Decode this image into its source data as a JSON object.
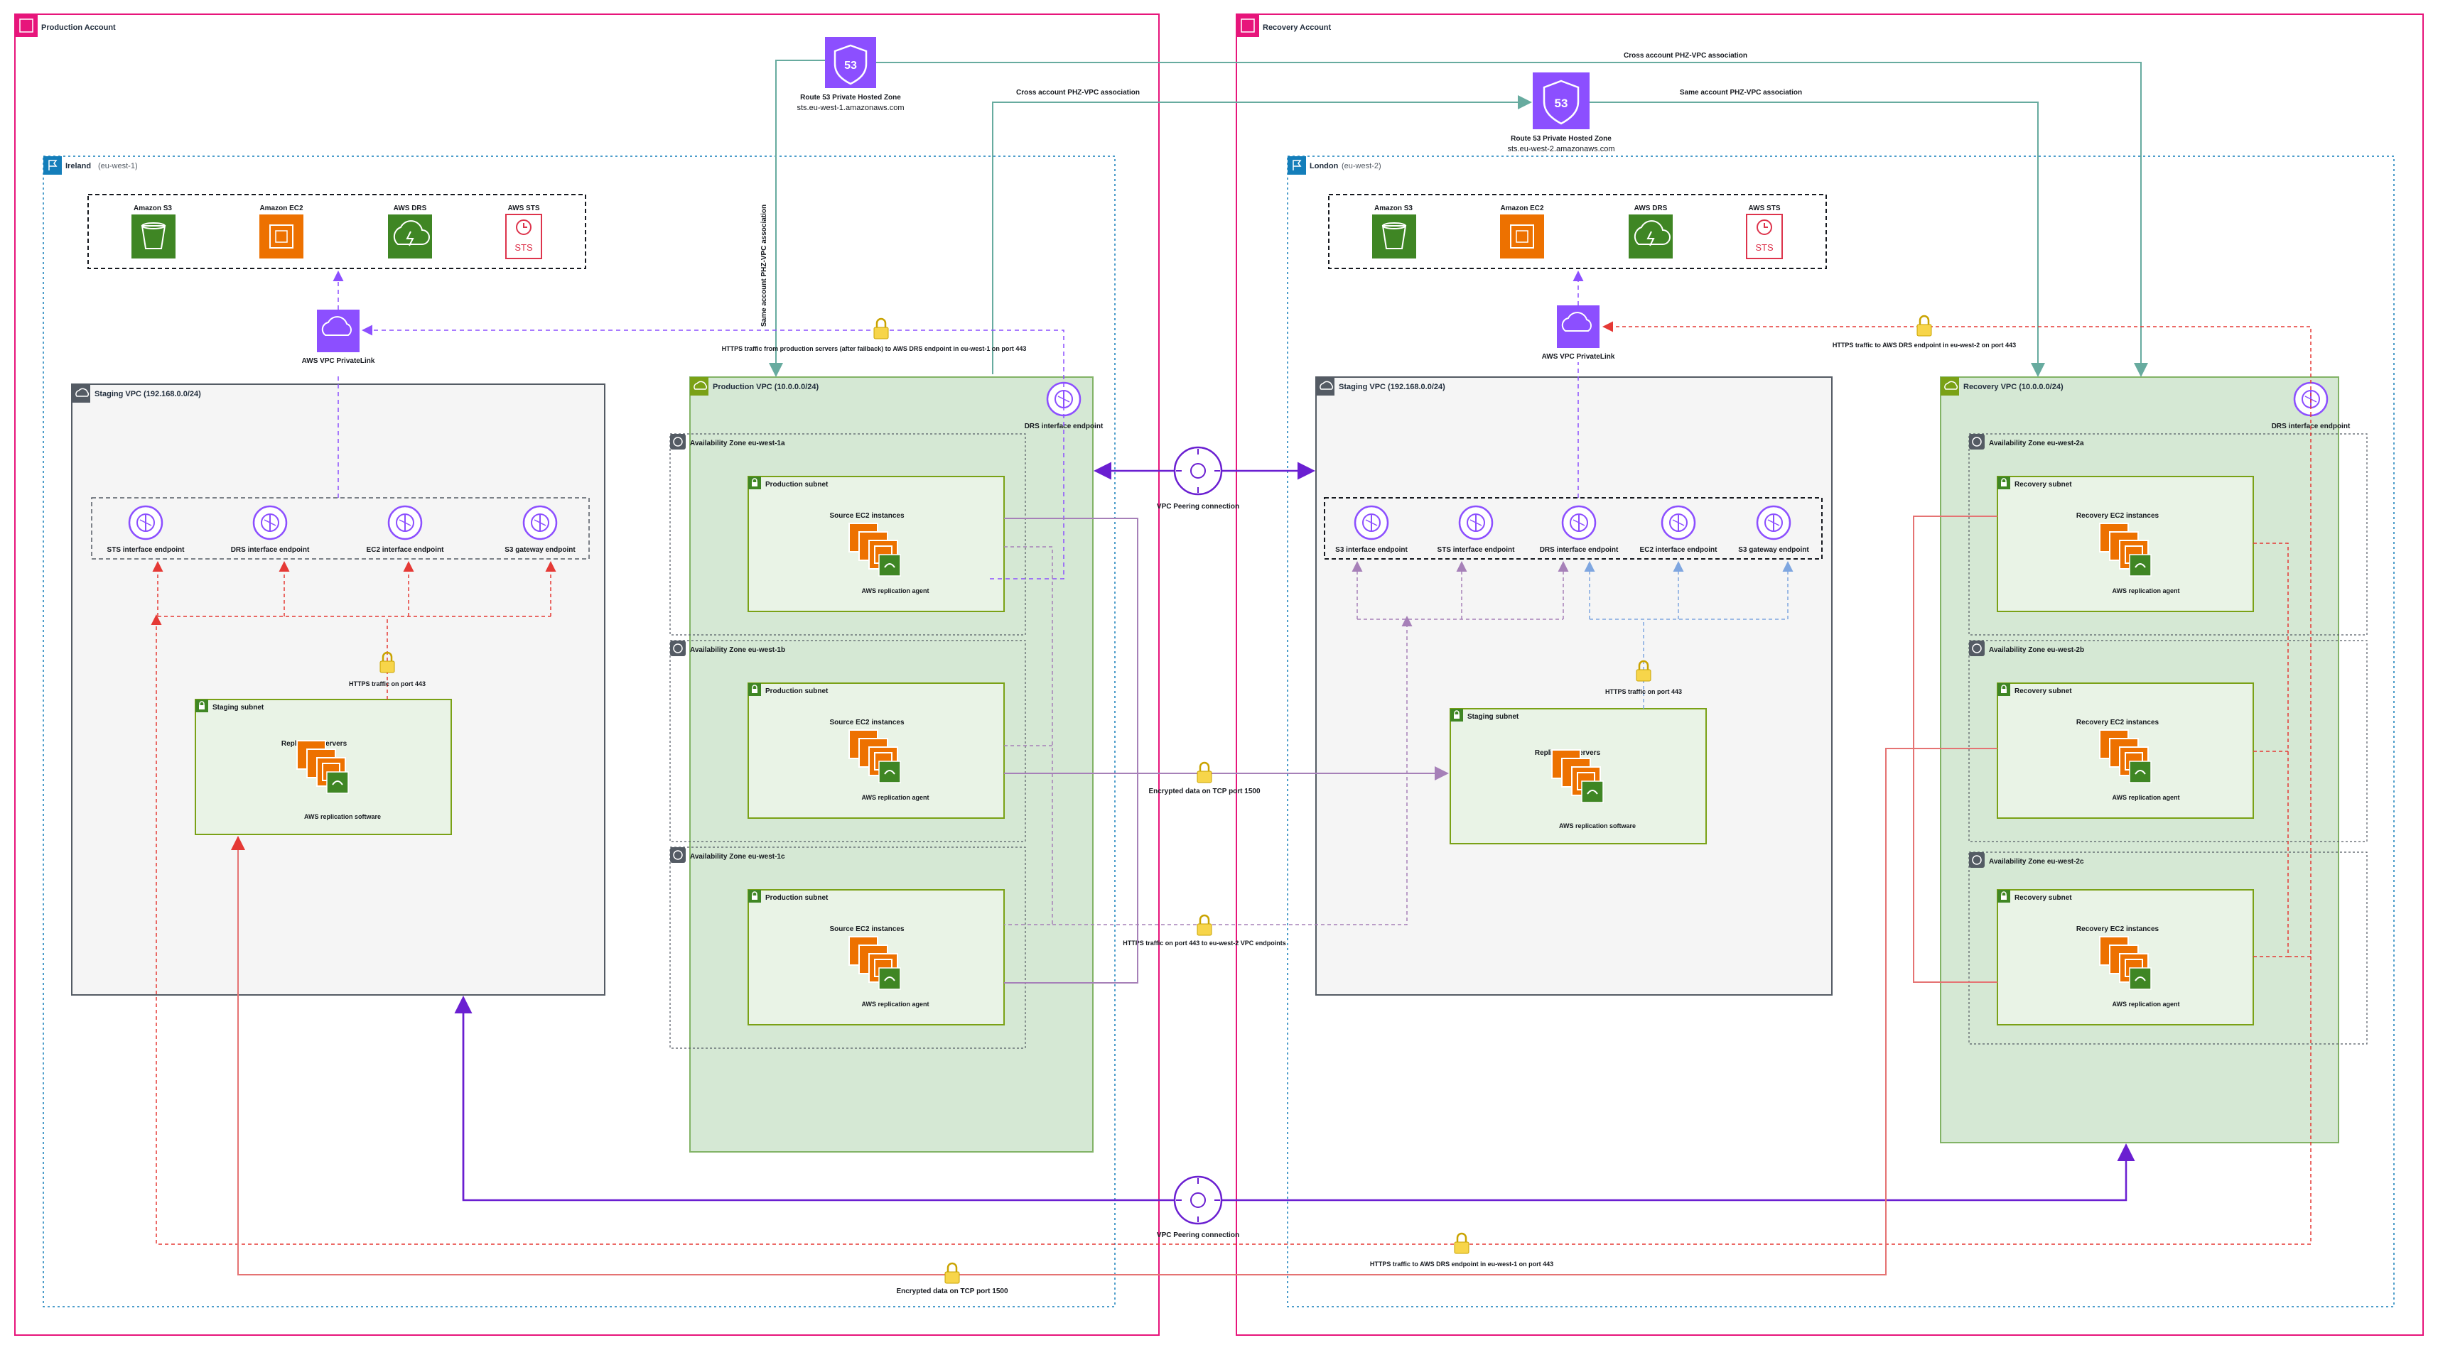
{
  "accounts": {
    "production": "Production Account",
    "recovery": "Recovery Account"
  },
  "regions": {
    "ireland_name": "Ireland",
    "ireland_code": "(eu-west-1)",
    "london_name": "London",
    "london_code": "(eu-west-2)"
  },
  "route53": {
    "prod_title": "Route 53 Private Hosted Zone",
    "prod_domain": "sts.eu-west-1.amazonaws.com",
    "rec_title": "Route 53 Private Hosted Zone",
    "rec_domain": "sts.eu-west-2.amazonaws.com",
    "icon_text": "53"
  },
  "services": {
    "prod": [
      "Amazon S3",
      "Amazon EC2",
      "AWS DRS",
      "AWS STS"
    ],
    "rec": [
      "Amazon S3",
      "Amazon EC2",
      "AWS DRS",
      "AWS STS"
    ],
    "sts_icon_text": "STS"
  },
  "privatelink": {
    "prod": "AWS VPC PrivateLink",
    "rec": "AWS VPC PrivateLink"
  },
  "vpcs": {
    "prod_staging": "Staging VPC (192.168.0.0/24)",
    "production": "Production VPC (10.0.0.0/24)",
    "rec_staging": "Staging VPC (192.168.0.0/24)",
    "recovery": "Recovery VPC (10.0.0.0/24)"
  },
  "endpoints": {
    "prod_staging": [
      "STS interface endpoint",
      "DRS interface endpoint",
      "EC2 interface endpoint",
      "S3 gateway endpoint"
    ],
    "rec_staging": [
      "S3 interface endpoint",
      "STS interface endpoint",
      "DRS interface endpoint",
      "EC2 interface endpoint",
      "S3 gateway endpoint"
    ],
    "prod_drs": "DRS interface endpoint",
    "rec_drs": "DRS interface endpoint"
  },
  "staging_subnet": {
    "label": "Staging subnet",
    "servers": "Replication servers",
    "software": "AWS replication software"
  },
  "production_azs": [
    {
      "az": "Availability Zone eu-west-1a",
      "subnet": "Production subnet",
      "title": "Source EC2 instances",
      "agent": "AWS replication agent"
    },
    {
      "az": "Availability Zone eu-west-1b",
      "subnet": "Production subnet",
      "title": "Source EC2 instances",
      "agent": "AWS replication agent"
    },
    {
      "az": "Availability Zone eu-west-1c",
      "subnet": "Production subnet",
      "title": "Source EC2 instances",
      "agent": "AWS replication agent"
    }
  ],
  "recovery_azs": [
    {
      "az": "Availability Zone eu-west-2a",
      "subnet": "Recovery subnet",
      "title": "Recovery EC2 instances",
      "agent": "AWS replication agent"
    },
    {
      "az": "Availability Zone eu-west-2b",
      "subnet": "Recovery subnet",
      "title": "Recovery EC2 instances",
      "agent": "AWS replication agent"
    },
    {
      "az": "Availability Zone eu-west-2c",
      "subnet": "Recovery subnet",
      "title": "Recovery EC2 instances",
      "agent": "AWS replication agent"
    }
  ],
  "peering": {
    "top": "VPC Peering connection",
    "bottom": "VPC Peering connection"
  },
  "labels": {
    "cross_account_top": "Cross account PHZ-VPC association",
    "cross_account_left": "Cross account PHZ-VPC association",
    "same_account_right": "Same account PHZ-VPC association",
    "same_account_vertical": "Same account PHZ-VPC association",
    "https_failback": "HTTPS traffic from production servers (after failback) to AWS DRS endpoint in eu-west-1 on port 443",
    "https_prod_staging": "HTTPS traffic on port 443",
    "https_rec_staging": "HTTPS traffic on port 443",
    "https_rec_drs": "HTTPS traffic to AWS DRS endpoint in eu-west-2 on port 443",
    "encrypted_middle": "Encrypted data on TCP port 1500",
    "https_vpc_endpoints": "HTTPS traffic on port 443 to eu-west-2 VPC endpoints",
    "https_bottom": "HTTPS traffic to AWS DRS endpoint in eu-west-1 on port 443",
    "encrypted_bottom": "Encrypted data on TCP port 1500"
  },
  "colors": {
    "account_border": "#e7157b",
    "region_border": "#147eba",
    "vpc_green_fill": "#d5e8d4",
    "vpc_green_border": "#82b366",
    "vpc_grey_fill": "#f5f5f5",
    "subnet_fill": "#e9f3e6",
    "subnet_border": "#7aa116",
    "purple": "#8c4fff",
    "peering_purple": "#6a1fd1",
    "teal": "#67ab9f",
    "red": "#e53935",
    "blue_dash": "#7ea6e0",
    "s3": "#3f8624",
    "ec2": "#ed7100",
    "sts": "#dd344c"
  }
}
